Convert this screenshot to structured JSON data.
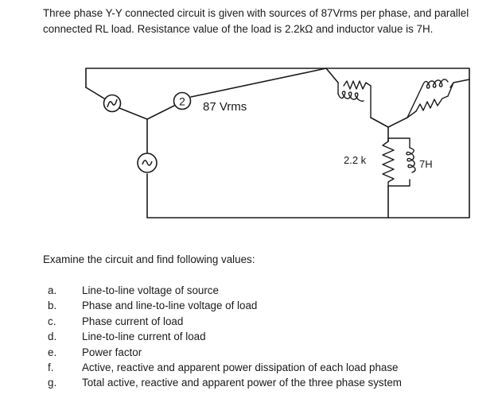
{
  "problem": {
    "text": "Three phase Y-Y connected circuit is given with sources of 87Vrms per phase, and parallel connected RL load. Resistance value of the load is 2.2kΩ and inductor value is 7H."
  },
  "circuit": {
    "source_label": "87 Vrms",
    "source_symbol_number": "2",
    "resistor_label": "2.2 k",
    "inductor_label": "7H"
  },
  "instructions": {
    "text": "Examine the circuit and find following values:"
  },
  "questions": [
    {
      "marker": "a.",
      "text": "Line-to-line voltage of source"
    },
    {
      "marker": "b.",
      "text": "Phase and line-to-line  voltage of load"
    },
    {
      "marker": "c.",
      "text": "Phase current of load"
    },
    {
      "marker": "d.",
      "text": "Line-to-line current of load"
    },
    {
      "marker": "e.",
      "text": "Power factor"
    },
    {
      "marker": "f.",
      "text": "Active, reactive and apparent power dissipation of each load phase"
    },
    {
      "marker": "g.",
      "text": "Total active, reactive and apparent power of the three phase system"
    }
  ]
}
